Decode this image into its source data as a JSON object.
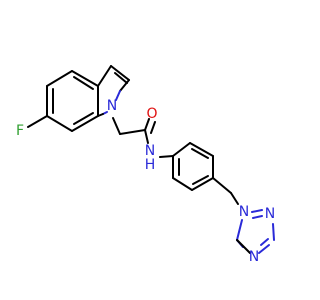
{
  "colors": {
    "carbon_bond": "#000000",
    "nitrogen": "#2a2ad8",
    "oxygen": "#e01010",
    "fluorine": "#30a030"
  },
  "atoms": {
    "F": "F",
    "N_indole": "N",
    "O_carbonyl": "O",
    "N_amide": "N",
    "H_amide": "H",
    "N_triazole_1": "N",
    "N_triazole_2": "N",
    "N_triazole_4": "N"
  }
}
